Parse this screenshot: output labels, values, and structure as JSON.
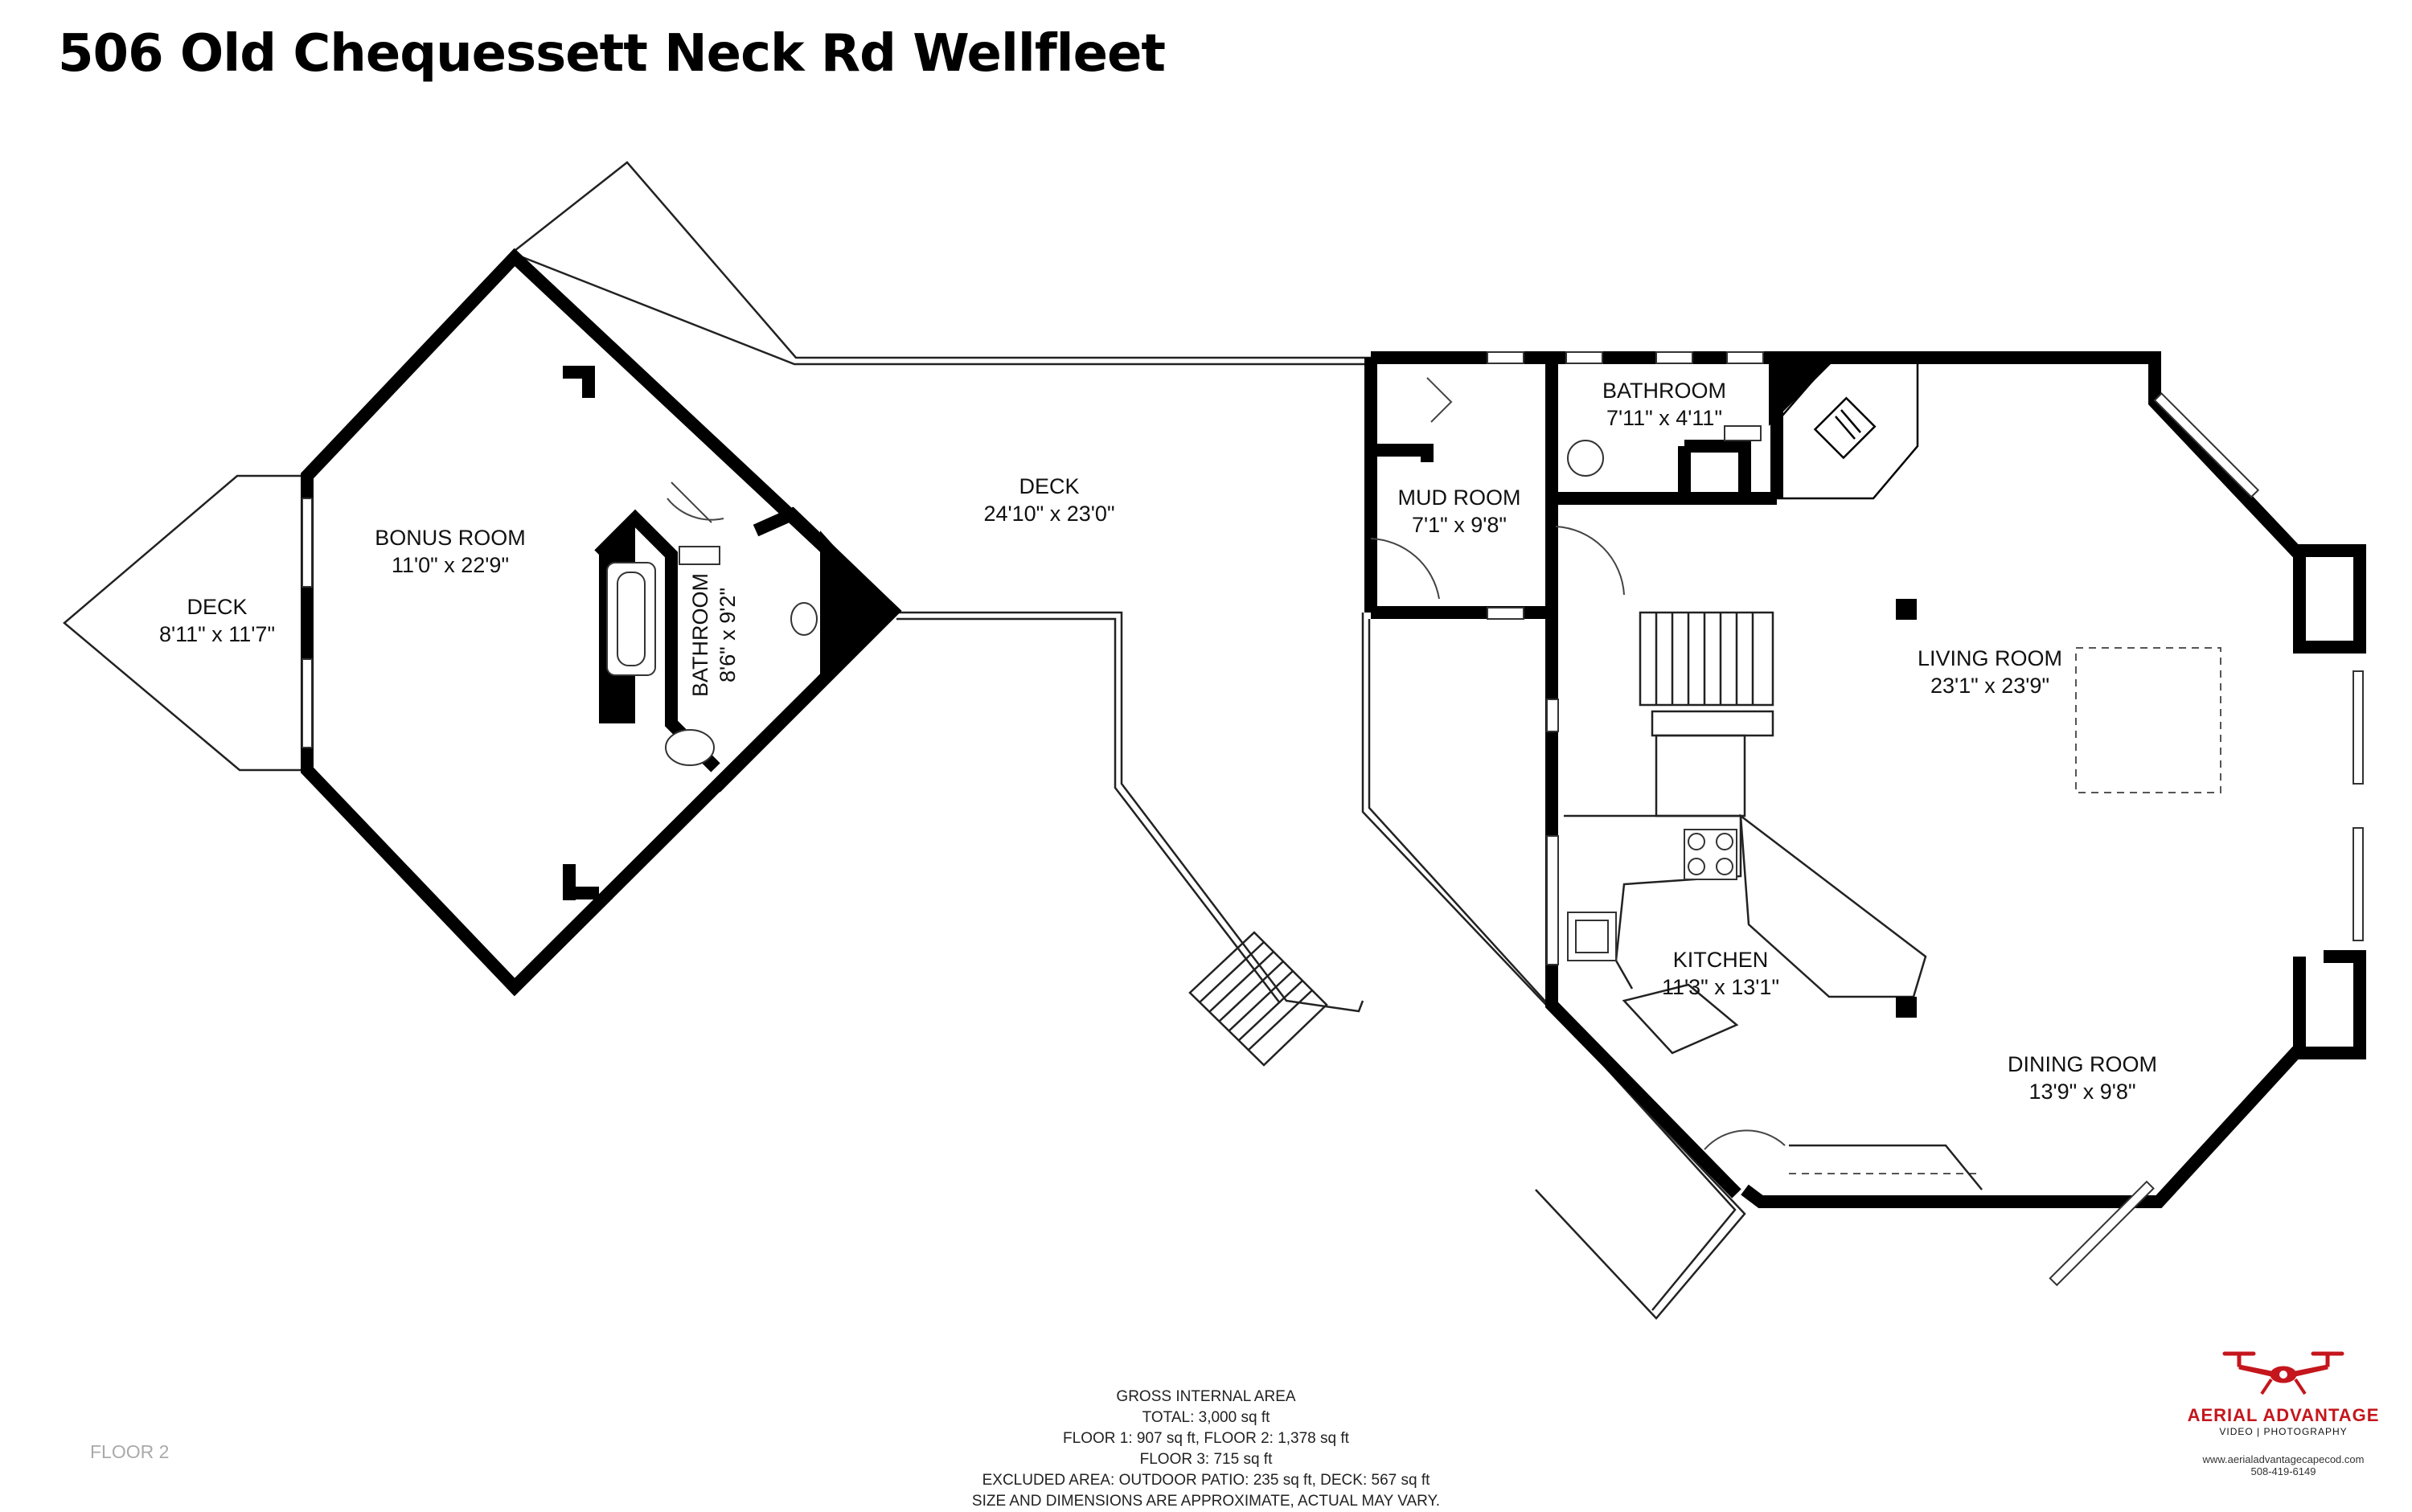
{
  "title": "506 Old Chequessett Neck Rd Wellfleet",
  "rooms": {
    "deck_main": {
      "name": "DECK",
      "dims": "24'10\" x 23'0\""
    },
    "deck_west": {
      "name": "DECK",
      "dims": "8'11\" x 11'7\""
    },
    "bonus_room": {
      "name": "BONUS ROOM",
      "dims": "11'0\" x 22'9\""
    },
    "bathroom_a": {
      "name": "BATHROOM",
      "dims": "8'6\" x 9'2\""
    },
    "bathroom_b": {
      "name": "BATHROOM",
      "dims": "7'11\" x 4'11\""
    },
    "mud_room": {
      "name": "MUD ROOM",
      "dims": "7'1\" x 9'8\""
    },
    "living_room": {
      "name": "LIVING ROOM",
      "dims": "23'1\" x 23'9\""
    },
    "kitchen": {
      "name": "KITCHEN",
      "dims": "11'3\" x 13'1\""
    },
    "dining_room": {
      "name": "DINING ROOM",
      "dims": "13'9\" x 9'8\""
    }
  },
  "gross_area": {
    "heading": "GROSS INTERNAL AREA",
    "total": "TOTAL: 3,000 sq ft",
    "floors_1_2": "FLOOR 1: 907 sq ft, FLOOR 2: 1,378 sq ft",
    "floor_3": "FLOOR 3: 715 sq ft",
    "excluded": "EXCLUDED AREA: OUTDOOR PATIO: 235 sq ft, DECK: 567 sq ft",
    "disclaimer": "SIZE AND DIMENSIONS ARE APPROXIMATE, ACTUAL MAY VARY."
  },
  "floor_label": "FLOOR 2",
  "logo": {
    "brand": "AERIAL ADVANTAGE",
    "tagline": "VIDEO | PHOTOGRAPHY",
    "website": "www.aerialadvantagecapecod.com",
    "phone": "508-419-6149",
    "brand_color": "#c4161c"
  },
  "icons": [
    "drone-icon"
  ]
}
